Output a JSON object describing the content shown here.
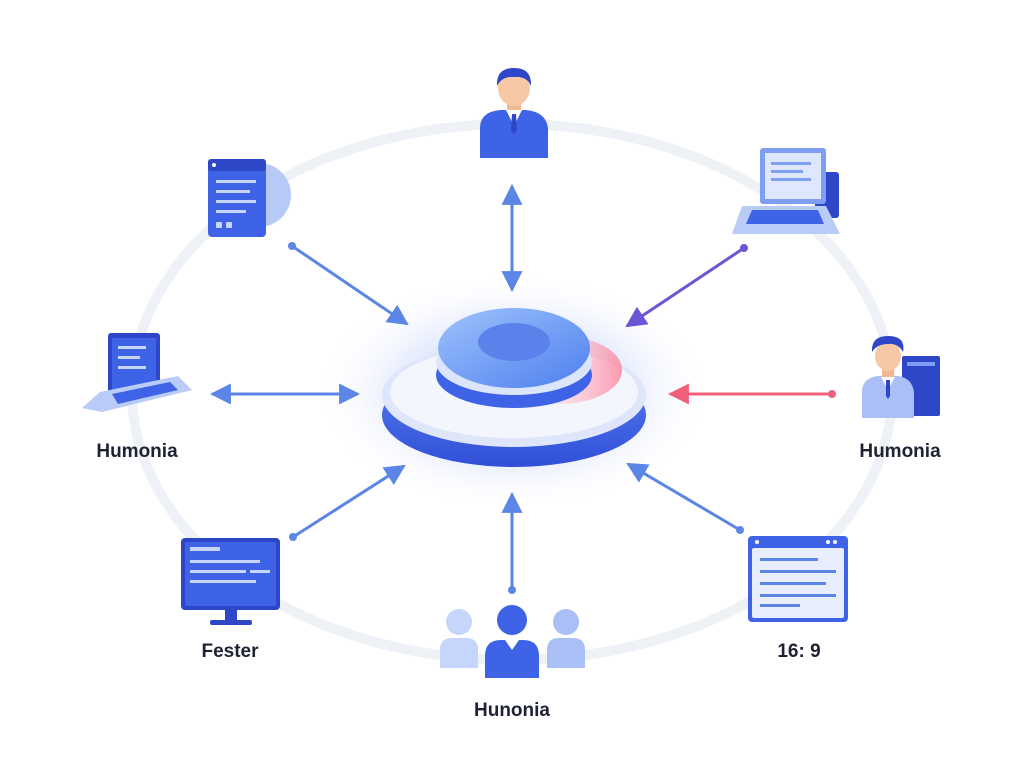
{
  "labels": {
    "left_laptop": "Humonia",
    "right_person": "Humonia",
    "bottom_group": "Hunonia",
    "bottom_left_monitor": "Fester",
    "bottom_right_window": "16: 9"
  },
  "nodes": [
    {
      "id": "top-person",
      "icon": "user-icon"
    },
    {
      "id": "top-left-document",
      "icon": "document-icon"
    },
    {
      "id": "top-right-laptop",
      "icon": "laptop-icon"
    },
    {
      "id": "left-laptop",
      "icon": "laptop-icon"
    },
    {
      "id": "right-person",
      "icon": "user-with-book-icon"
    },
    {
      "id": "bottom-left-monitor",
      "icon": "monitor-icon"
    },
    {
      "id": "bottom-group",
      "icon": "user-group-icon"
    },
    {
      "id": "bottom-right-window",
      "icon": "browser-window-icon"
    }
  ],
  "hub": {
    "icon": "central-platform-icon"
  },
  "colors": {
    "primary": "#3f63e6",
    "primary_dark": "#2d47c8",
    "light_blue": "#8fb0f5",
    "arrow_blue": "#5b86e5",
    "arrow_purple": "#6a55d6",
    "arrow_red": "#f0607a",
    "skin": "#f6c8a6",
    "ring": "#eef1f6"
  }
}
